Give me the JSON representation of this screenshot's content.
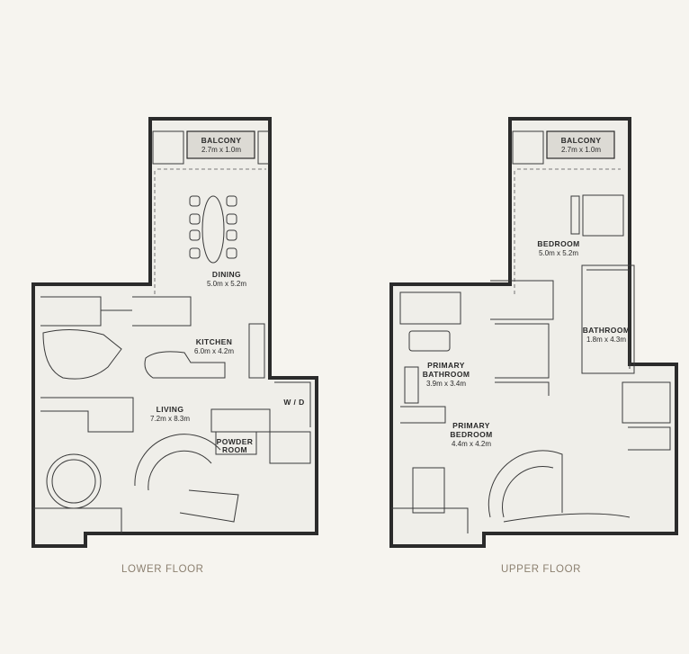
{
  "colors": {
    "background": "#f6f4ef",
    "walls": "#2b2b2b",
    "floor": "#efeee9",
    "caption": "#8c8070"
  },
  "lower": {
    "caption": "LOWER FLOOR",
    "rooms": [
      {
        "name": "BALCONY",
        "size": "2.7m x 1.0m"
      },
      {
        "name": "DINING",
        "size": "5.0m x 5.2m"
      },
      {
        "name": "KITCHEN",
        "size": "6.0m x 4.2m"
      },
      {
        "name": "LIVING",
        "size": "7.2m x 8.3m"
      },
      {
        "name": "W / D"
      },
      {
        "name": "POWDER",
        "name2": "ROOM"
      }
    ]
  },
  "upper": {
    "caption": "UPPER FLOOR",
    "rooms": [
      {
        "name": "BALCONY",
        "size": "2.7m x 1.0m"
      },
      {
        "name": "BEDROOM",
        "size": "5.0m x 5.2m"
      },
      {
        "name": "BATHROOM",
        "size": "1.8m x 4.3m"
      },
      {
        "name": "PRIMARY",
        "name2": "BATHROOM",
        "size": "3.9m x 3.4m"
      },
      {
        "name": "PRIMARY",
        "name2": "BEDROOM",
        "size": "4.4m x 4.2m"
      }
    ]
  }
}
